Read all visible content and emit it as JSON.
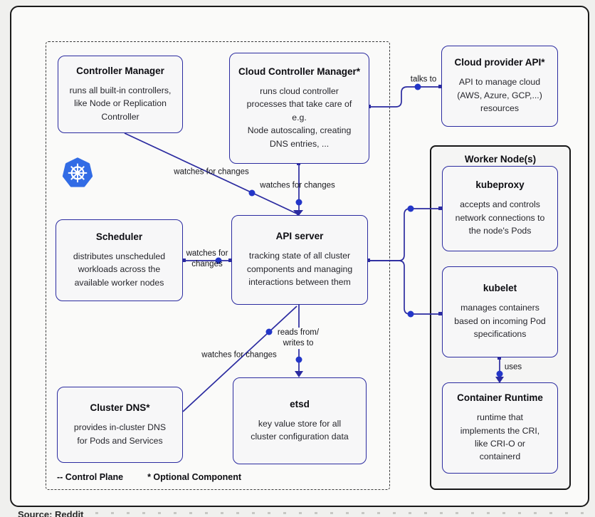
{
  "colors": {
    "line": "#2b2ba0",
    "dot": "#2336c8",
    "box_fill": "#f7f7f8",
    "frame_bg": "#fafaf9",
    "page_bg": "#f0f0ee",
    "k8s_blue": "#326ce5"
  },
  "worker_group": {
    "title": "Worker Node(s)"
  },
  "nodes": {
    "controller_manager": {
      "title": "Controller Manager",
      "body": "runs all built-in controllers,\nlike Node or Replication\nController"
    },
    "cloud_controller_manager": {
      "title": "Cloud Controller Manager*",
      "body": "runs cloud controller\nprocesses that take care of\ne.g.\nNode autoscaling, creating\nDNS entries, ..."
    },
    "cloud_provider_api": {
      "title": "Cloud provider API*",
      "body": "API to manage cloud\n(AWS, Azure, GCP,...)\nresources"
    },
    "scheduler": {
      "title": "Scheduler",
      "body": "distributes unscheduled\nworkloads across the\navailable worker nodes"
    },
    "api_server": {
      "title": "API server",
      "body": "tracking state of all cluster\ncomponents and managing\ninteractions between them"
    },
    "cluster_dns": {
      "title": "Cluster DNS*",
      "body": "provides in-cluster DNS\nfor Pods and Services"
    },
    "etsd": {
      "title": "etsd",
      "body": "key value store for all\ncluster configuration data"
    },
    "kubeproxy": {
      "title": "kubeproxy",
      "body": "accepts and controls\nnetwork connections to\nthe node's Pods"
    },
    "kubelet": {
      "title": "kubelet",
      "body": "manages containers\nbased on incoming Pod\nspecifications"
    },
    "container_runtime": {
      "title": "Container Runtime",
      "body": "runtime that\nimplements the CRI,\nlike CRI-O or\ncontainerd"
    }
  },
  "edge_labels": {
    "cm_watches": "watches for changes",
    "ccm_watches": "watches for changes",
    "talks_to": "talks to",
    "scheduler_watches": "watches for\nchanges",
    "reads_writes": "reads from/\nwrites to",
    "dns_watches": "watches for changes",
    "uses": "uses"
  },
  "legend": {
    "control_plane": "-- Control Plane",
    "optional_component": "* Optional Component"
  },
  "caption": "Source: Reddit"
}
